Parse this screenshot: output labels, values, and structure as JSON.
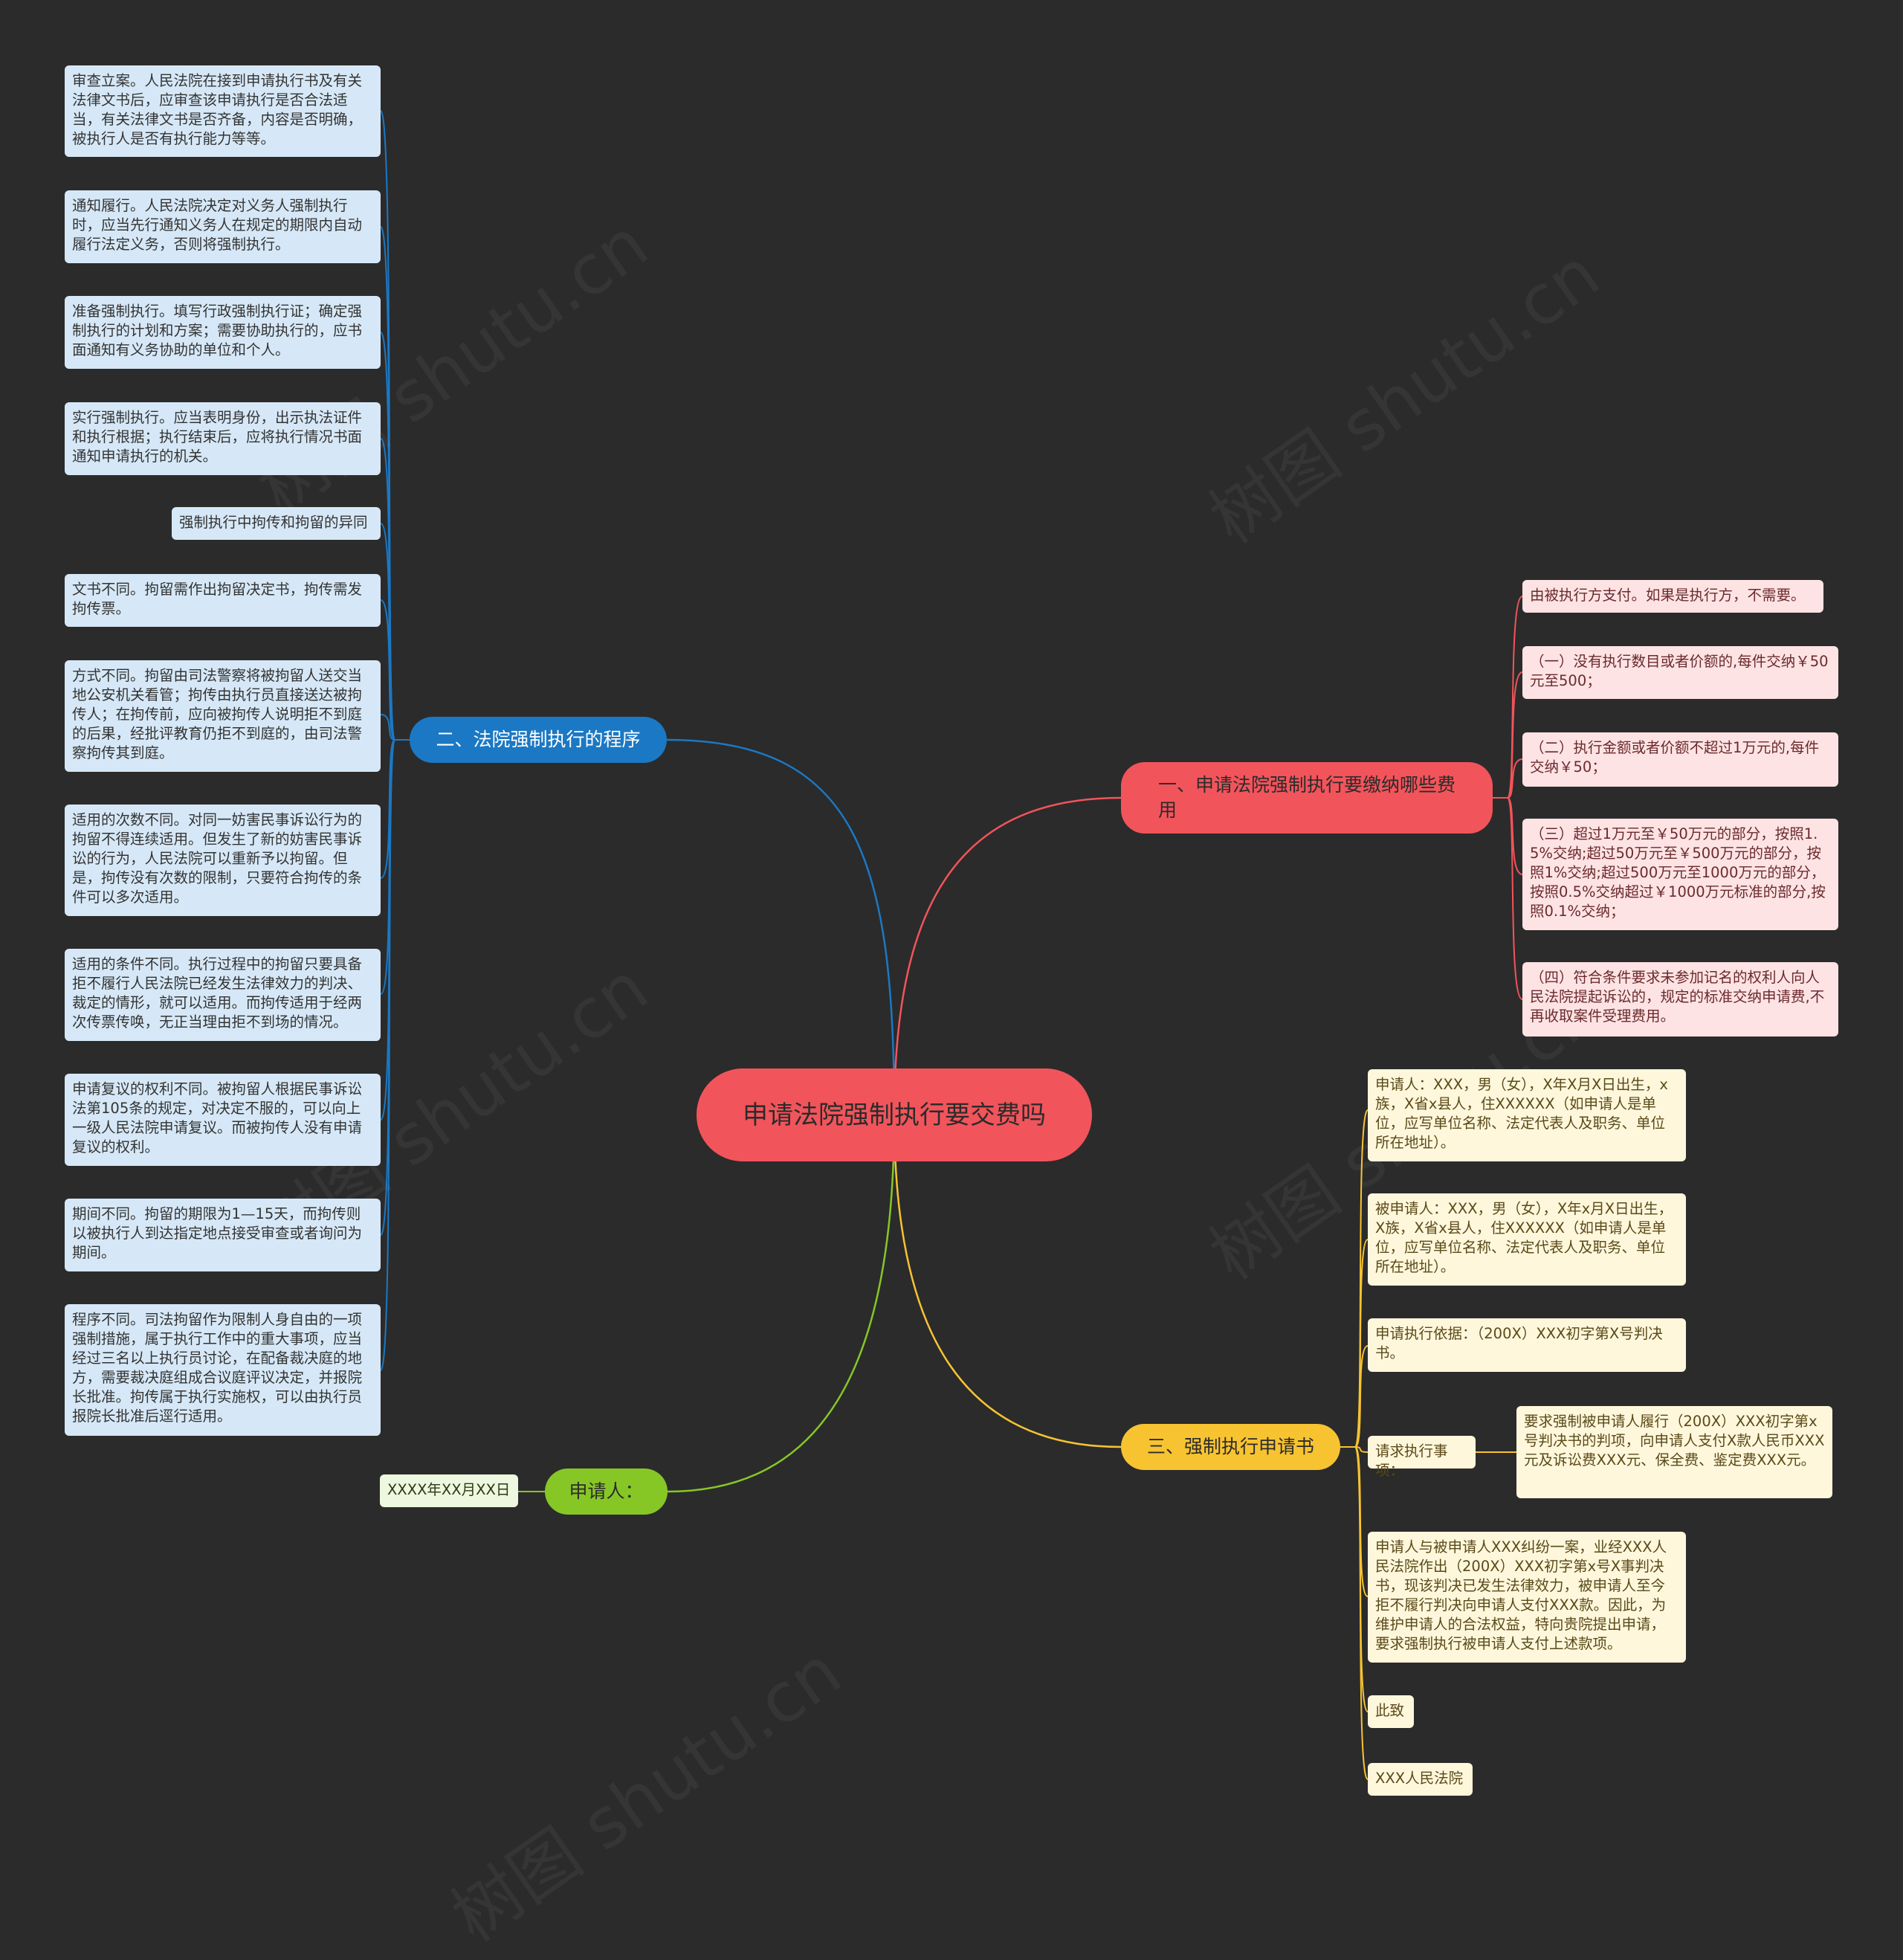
{
  "root": {
    "title": "申请法院强制执行要交费吗"
  },
  "branches": {
    "fees": {
      "title": "一、申请法院强制执行要缴纳哪些费用",
      "color": "#f2545b",
      "items": [
        "由被执行方支付。如果是执行方，不需要。",
        "（一）没有执行数目或者价额的,每件交纳￥50元至500；",
        "（二）执行金额或者价额不超过1万元的,每件交纳￥50；",
        "（三）超过1万元至￥50万元的部分，按照1.5%交纳;超过50万元至￥500万元的部分，按照1%交纳;超过500万元至1000万元的部分，按照0.5%交纳超过￥1000万元标准的部分,按照0.1%交纳；",
        "（四）符合条件要求未参加记名的权利人向人民法院提起诉讼的，规定的标准交纳申请费,不再收取案件受理费用。"
      ]
    },
    "procedure": {
      "title": "二、法院强制执行的程序",
      "color": "#1b78c4",
      "items": [
        "审查立案。人民法院在接到申请执行书及有关法律文书后，应审查该申请执行是否合法适当，有关法律文书是否齐备，内容是否明确，被执行人是否有执行能力等等。",
        "通知履行。人民法院决定对义务人强制执行时，应当先行通知义务人在规定的期限内自动履行法定义务，否则将强制执行。",
        "准备强制执行。填写行政强制执行证；确定强制执行的计划和方案；需要协助执行的，应书面通知有义务协助的单位和个人。",
        "实行强制执行。应当表明身份，出示执法证件和执行根据；执行结束后，应将执行情况书面通知申请执行的机关。",
        "强制执行中拘传和拘留的异同",
        "文书不同。拘留需作出拘留决定书，拘传需发拘传票。",
        "方式不同。拘留由司法警察将被拘留人送交当地公安机关看管；拘传由执行员直接送达被拘传人；在拘传前，应向被拘传人说明拒不到庭的后果，经批评教育仍拒不到庭的，由司法警察拘传其到庭。",
        "适用的次数不同。对同一妨害民事诉讼行为的拘留不得连续适用。但发生了新的妨害民事诉讼的行为，人民法院可以重新予以拘留。但是，拘传没有次数的限制，只要符合拘传的条件可以多次适用。",
        "适用的条件不同。执行过程中的拘留只要具备拒不履行人民法院已经发生法律效力的判决、裁定的情形，就可以适用。而拘传适用于经两次传票传唤，无正当理由拒不到场的情况。",
        "申请复议的权利不同。被拘留人根据民事诉讼法第105条的规定，对决定不服的，可以向上一级人民法院申请复议。而被拘传人没有申请复议的权利。",
        "期间不同。拘留的期限为1—15天，而拘传则以被执行人到达指定地点接受审查或者询问为期间。",
        "程序不同。司法拘留作为限制人身自由的一项强制措施，属于执行工作中的重大事项，应当经过三名以上执行员讨论，在配备裁决庭的地方，需要裁决庭组成合议庭评议决定，并报院长批准。拘传属于执行实施权，可以由执行员报院长批准后逕行适用。"
      ]
    },
    "application": {
      "title": "三、强制执行申请书",
      "color": "#f7c331",
      "items": [
        "申请人：XXX，男（女），X年X月X日出生，x族，X省x县人，住XXXXXX（如申请人是单位，应写单位名称、法定代表人及职务、单位所在地址）。",
        "被申请人：XXX，男（女），X年x月X日出生，X族，X省x县人，住XXXXXX（如申请人是单位，应写单位名称、法定代表人及职务、单位所在地址）。",
        "申请执行依据：（200X）XXX初字第X号判决书。",
        "请求执行事项：",
        "申请人与被申请人XXX纠纷一案，业经XXX人民法院作出（200X）XXX初字第x号X事判决书，现该判决已发生法律效力，被申请人至今拒不履行判决向申请人支付XXX款。因此，为维护申请人的合法权益，特向贵院提出申请，要求强制执行被申请人支付上述款项。",
        "此致",
        "XXX人民法院"
      ],
      "sub_item": "要求强制被申请人履行（200X）XXX初字第x号判决书的判项，向申请人支付X款人民币XXX元及诉讼费XXX元、保全费、鉴定费XXX元。"
    },
    "applicant": {
      "title": "申请人：",
      "color": "#86c726",
      "items": [
        "XXXX年XX月XX日"
      ]
    }
  },
  "watermark": "树图 shutu.cn"
}
